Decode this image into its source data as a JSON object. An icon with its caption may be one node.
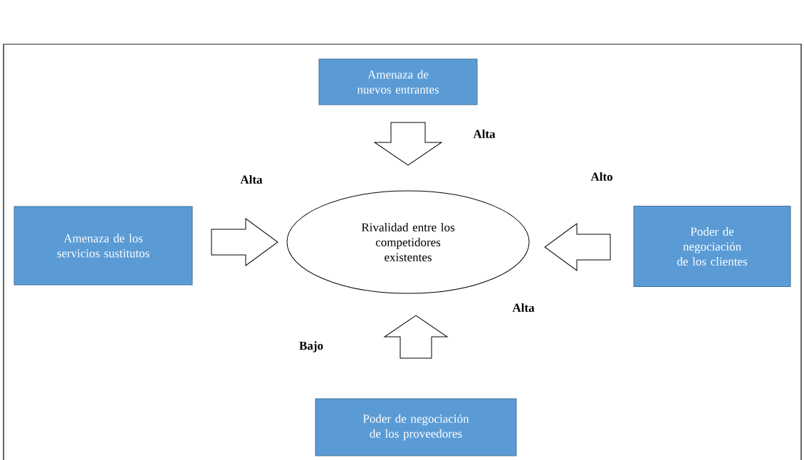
{
  "diagram": {
    "nodes": [
      {
        "text": [
          "Amenaza de nuevos entrantes"
        ]
      },
      {
        "text": [
          "Amenaza de los servicios sustitutos"
        ]
      },
      {
        "text": [
          "Rivalidad entre los competidores existentes"
        ]
      },
      {
        "text": [
          "Poder de negociación de los clientes"
        ]
      },
      {
        "text": [
          "Poder de negociación de los proveedores"
        ]
      }
    ],
    "edges": [
      {
        "from": 0,
        "to": 2,
        "arrow": "to"
      },
      {
        "from": 1,
        "to": 2,
        "arrow": "to"
      },
      {
        "from": 3,
        "to": 2,
        "arrow": "to"
      },
      {
        "from": 4,
        "to": 2,
        "arrow": "to"
      }
    ],
    "labels": [
      "Alta",
      "Alta",
      "Alto",
      "Alta",
      "Bajo"
    ]
  }
}
